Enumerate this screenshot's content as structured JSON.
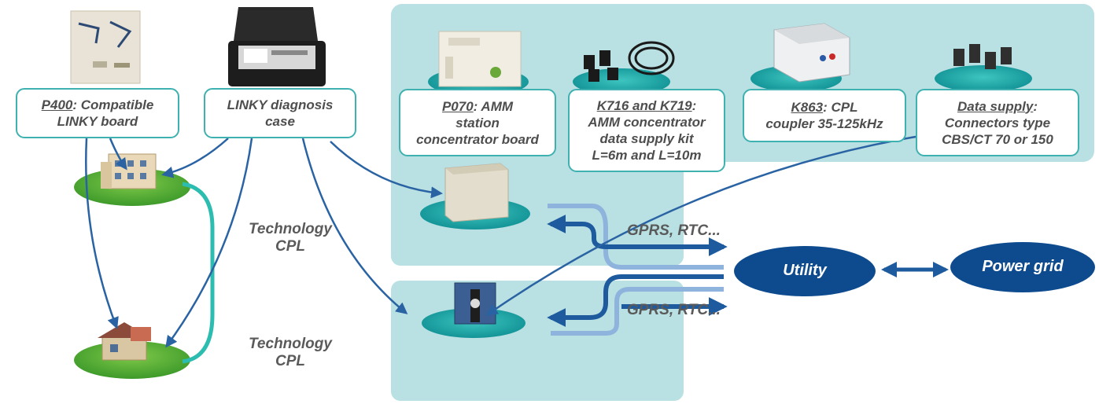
{
  "products": [
    {
      "code": "P400",
      "line1": ": Compatible",
      "line2": "LINKY board",
      "line3": "",
      "line4": ""
    },
    {
      "code": "",
      "line1": "LINKY diagnosis",
      "line2": "case",
      "line3": "",
      "line4": ""
    },
    {
      "code": "P070",
      "line1": ": AMM",
      "line2": "station",
      "line3": "concentrator board",
      "line4": ""
    },
    {
      "code": "K716 and K719",
      "line1": ":",
      "line2": "AMM concentrator",
      "line3": "data supply kit",
      "line4": "L=6m and L=10m"
    },
    {
      "code": "K863",
      "line1": ": CPL",
      "line2": "coupler 35-125kHz",
      "line3": "",
      "line4": ""
    },
    {
      "code": "Data supply",
      "line1": ":",
      "line2": "Connectors type",
      "line3": "CBS/CT 70 or 150",
      "line4": ""
    }
  ],
  "links": {
    "technology_top": [
      "Technology",
      "CPL"
    ],
    "technology_bottom": [
      "Technology",
      "CPL"
    ],
    "gprs_top": "GPRS, RTC...",
    "gprs_bottom": "GPRS, RTC..."
  },
  "nodes": {
    "utility": "Utility",
    "power_grid": "Power grid"
  },
  "colors": {
    "panel": "#b9e0e2",
    "box_border": "#3fb1b1",
    "teal_line": "#2dbdb0",
    "dark_blue": "#0f4d8f",
    "arrow_blue": "#2a63a3",
    "oval": "#0d4b8e"
  }
}
